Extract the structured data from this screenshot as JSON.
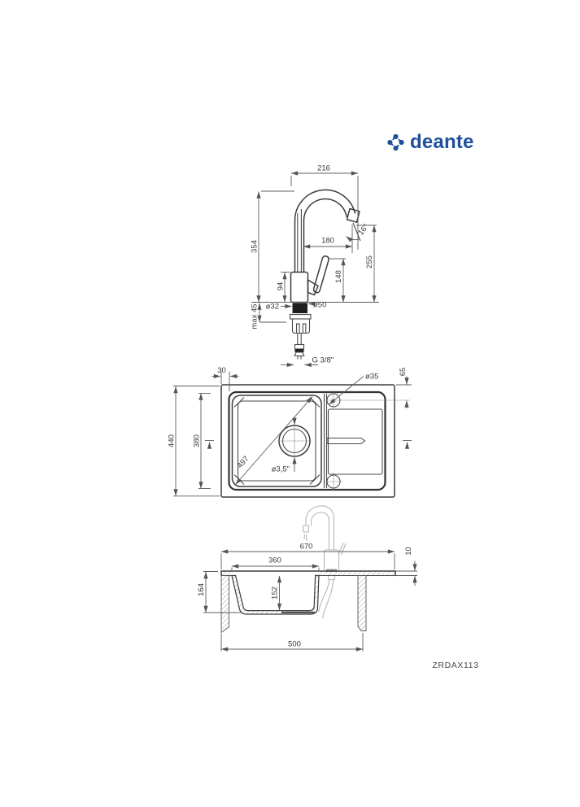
{
  "logo": {
    "brand": "deante",
    "icon": "deante-pinwheel-icon",
    "color": "#1e4f9c"
  },
  "product_code": "ZRDAX113",
  "colors": {
    "line": "#3c3c3c",
    "dimension": "#5c5c5c",
    "ghost": "#b6b6b6",
    "accent": "#1e4f9c"
  },
  "faucet_view": {
    "spout_width": "216",
    "total_height": "354",
    "spout_reach": "180",
    "outlet_angle": "16°",
    "outlet_height": "255",
    "handle_height": "148",
    "body_height": "94",
    "base_diameter": "ø50",
    "mounting_hole_diameter": "ø32",
    "max_mounting_thickness": "max 45",
    "connection_thread": "G 3/8\""
  },
  "top_view": {
    "rim_border": "30",
    "overall_depth": "440",
    "bowl_length": "380",
    "bowl_diagonal": "497",
    "drain_diameter": "ø3,5\"",
    "tap_hole_diameter": "ø35",
    "tap_hole_offset": "65"
  },
  "section_view": {
    "overall_length": "670",
    "bowl_width": "360",
    "rim_height": "10",
    "overall_height": "164",
    "bowl_depth": "152",
    "cabinet_width": "500"
  }
}
